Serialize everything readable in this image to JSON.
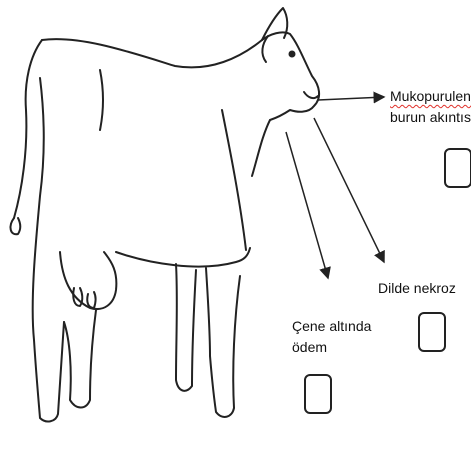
{
  "labels": {
    "nasal": {
      "line1": "Mukopurulent",
      "line2": "burun akıntısı"
    },
    "tongue": {
      "line1": "Dilde nekroz"
    },
    "jaw": {
      "line1": "Çene altında",
      "line2": "ödem"
    }
  },
  "colors": {
    "outline": "#222222",
    "spellcheck": "#e0312b"
  }
}
